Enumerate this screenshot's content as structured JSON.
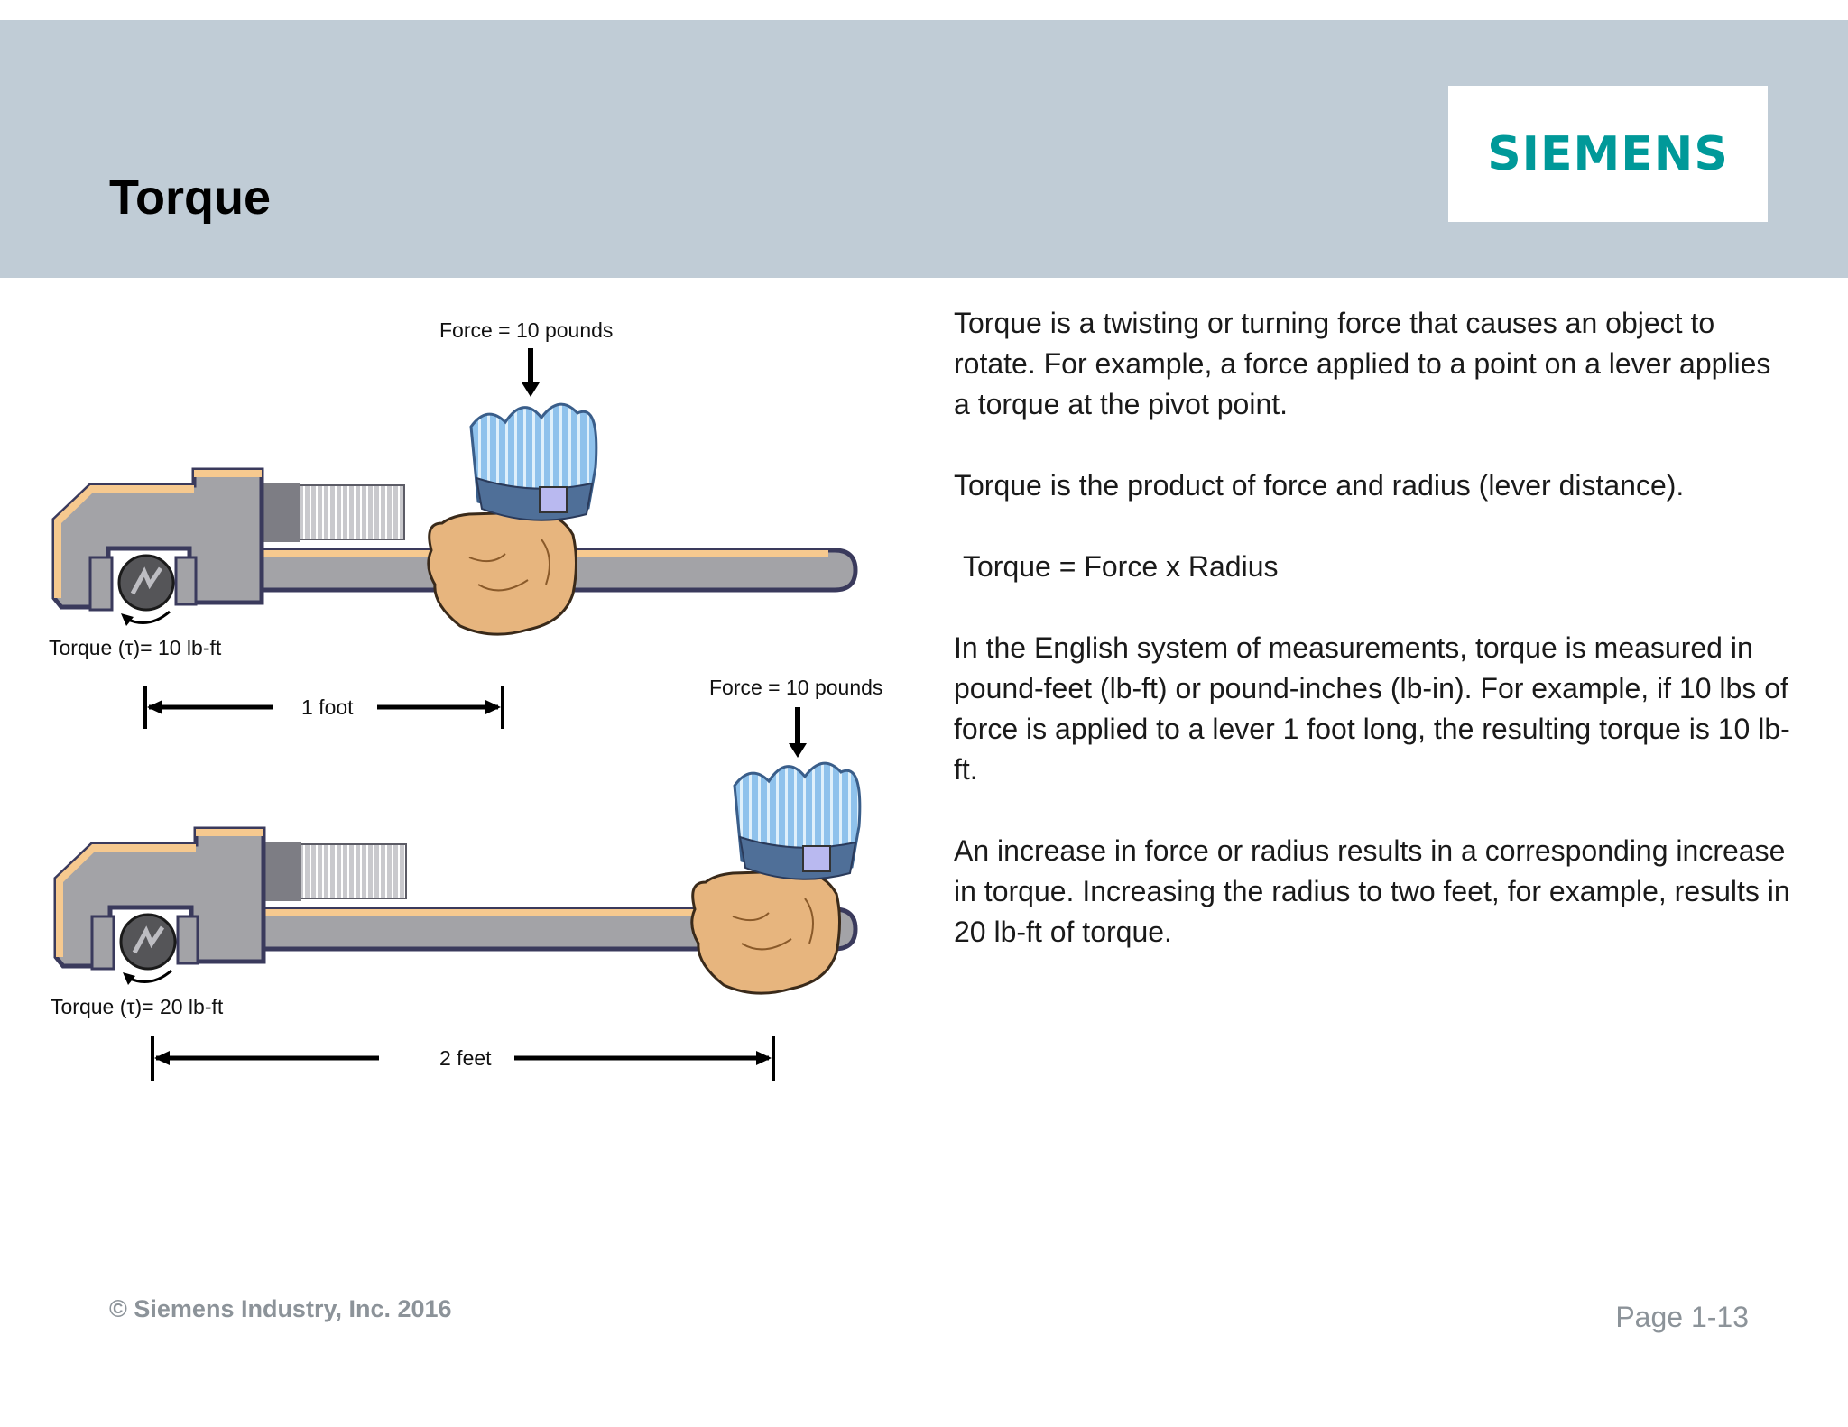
{
  "slide": {
    "title": "Torque",
    "logo_text": "SIEMENS"
  },
  "paragraphs": [
    "Torque is a twisting or turning force that causes an object to rotate. For example, a force applied to a point on a lever applies a torque at the pivot point.",
    "Torque is the product of force and radius (lever distance).",
    "Torque = Force x Radius",
    "In the English system of measurements, torque is measured in pound-feet (lb-ft) or pound-inches (lb-in). For example, if 10 lbs of force is applied to a lever 1 foot long, the resulting torque is 10 lb-ft.",
    "An increase in force or radius results in a corresponding increase in torque. Increasing the radius to two feet, for example, results in 20 lb-ft of torque."
  ],
  "diagram": {
    "top": {
      "force_label": "Force = 10 pounds",
      "torque_label": "Torque (τ)= 10 lb-ft",
      "distance_label": "1 foot"
    },
    "bottom": {
      "force_label": "Force = 10 pounds",
      "torque_label": "Torque (τ)= 20 lb-ft",
      "distance_label": "2 feet"
    }
  },
  "footer": {
    "copyright": "© Siemens Industry, Inc.  2016",
    "page": "Page 1-13"
  },
  "colors": {
    "header_bg": "#c0ccd6",
    "brand": "#009999",
    "footer_text": "#8c9399",
    "wrench_body": "#a3a3a7",
    "wrench_highlight": "#f6c98f",
    "wrench_shadow": "#3a3a5c",
    "hand": "#e7b57e",
    "sleeve": "#8fc2ec"
  }
}
